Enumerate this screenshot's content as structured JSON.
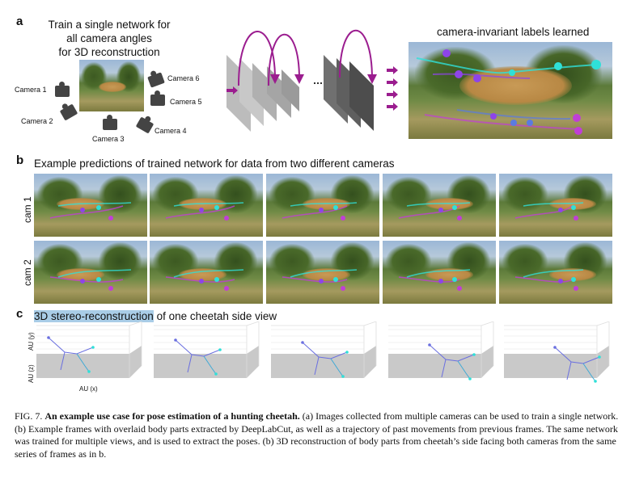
{
  "panel_a": {
    "letter": "a",
    "title_lines": [
      "Train a single network for",
      "all camera angles",
      "for 3D reconstruction"
    ],
    "cameras": [
      "Camera 1",
      "Camera 2",
      "Camera 3",
      "Camera 4",
      "Camera 5",
      "Camera 6"
    ],
    "right_title": "camera-invariant labels learned"
  },
  "panel_b": {
    "letter": "b",
    "title": "Example predictions of trained network for data from two different cameras",
    "rows": [
      "cam 1",
      "cam 2"
    ]
  },
  "panel_c": {
    "letter": "c",
    "title_highlight": "3D stereo-reconstruction",
    "title_rest": " of  one cheetah side view",
    "axis_y": "AU (y)",
    "axis_z": "AU (z)",
    "axis_x": "AU (x)"
  },
  "caption": {
    "label": "FIG. 7.",
    "bold": "An example use case for pose estimation of a hunting cheetah.",
    "text": " (a) Images collected from multiple cameras can be used to train a single network. (b) Example frames with overlaid body parts extracted by DeepLabCut, as well as a trajectory of past movements from previous frames. The same network was trained for multiple views, and is used to extract the poses. (b) 3D reconstruction of body parts from cheetah’s side facing both cameras from the same series of frames as in b."
  },
  "colors": {
    "keypoint_purple": "#8e44e8",
    "keypoint_cyan": "#2fe0d8",
    "arrow_magenta": "#9b1d8f",
    "highlight": "#a9cde7"
  }
}
